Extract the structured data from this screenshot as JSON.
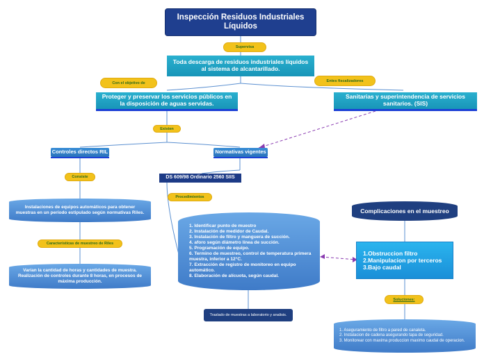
{
  "title": "Inspección Residuos Industriales Líquidos",
  "root_concept": "Toda descarga de residuos industriales líquidos al sistema de alcantarillado.",
  "links": {
    "supervisa": "Supervisa",
    "con_objetivo": "Con el objetivo de",
    "entes": "Entes fiscalizadores",
    "existen": "Existen",
    "consiste": "Consiste",
    "caracteristicas": "Características de muestreo de Riles",
    "procedimientos": "Procedimientos",
    "soluciones": "Soluciones:"
  },
  "nodes": {
    "proteger": "Proteger y preservar los servicios públicos en la disposición de aguas servidas.",
    "sanitarias": "Sanitarias  y superintendencia de servicios sanitarios. (SIS)",
    "controles": "Controles directos RIL",
    "normativas": "Normativas vigentes",
    "ds": "DS 609/98 Ordinario 2560 SIIS",
    "instalaciones": "Instalaciones de equipos automáticos para obtener muestras en un período estipulado según normativas Riles.",
    "varian": "Varían la cantidad de horas y cantidades de muestra. Realización de controles durante 8 horas, en procesos de máxima producción.",
    "procedimiento_steps": "1. Identificar punto de muestro\n2. Instalación de medidor de Caudal.\n3. Instalación de filtro y manguera de succión.\n4. aforo según diámetro línea de succión.\n5. Programación de equipo.\n6. Termino de muestreo, control de temperatura primera muestra, inferior a 12°C.\n7. Extracción de registro de monitoreo en equipo automático.\n8. Elaboración de alícuota, según caudal.",
    "traslado": "Traslado de muestras a laboratorio y analisis.",
    "complicaciones_title": "Complicaciones en el muestreo",
    "complicaciones": "1.Obstruccion filtro\n2.Manipulacion por terceros\n3.Bajo caudal",
    "soluciones_list": "1. Aseguramiento de filtro a pared de canaleta.\n2. Instalacion de cadena asegurando tapa de seguridad.\n3. Monitorear con maxima produccion maximo caudal de operacion."
  },
  "colors": {
    "title": "#1f3f8f",
    "concept": "#1f9fc5",
    "pill": "#f2c21b",
    "dashed_link": "#8a3bb0",
    "line": "#5a8fd0"
  }
}
